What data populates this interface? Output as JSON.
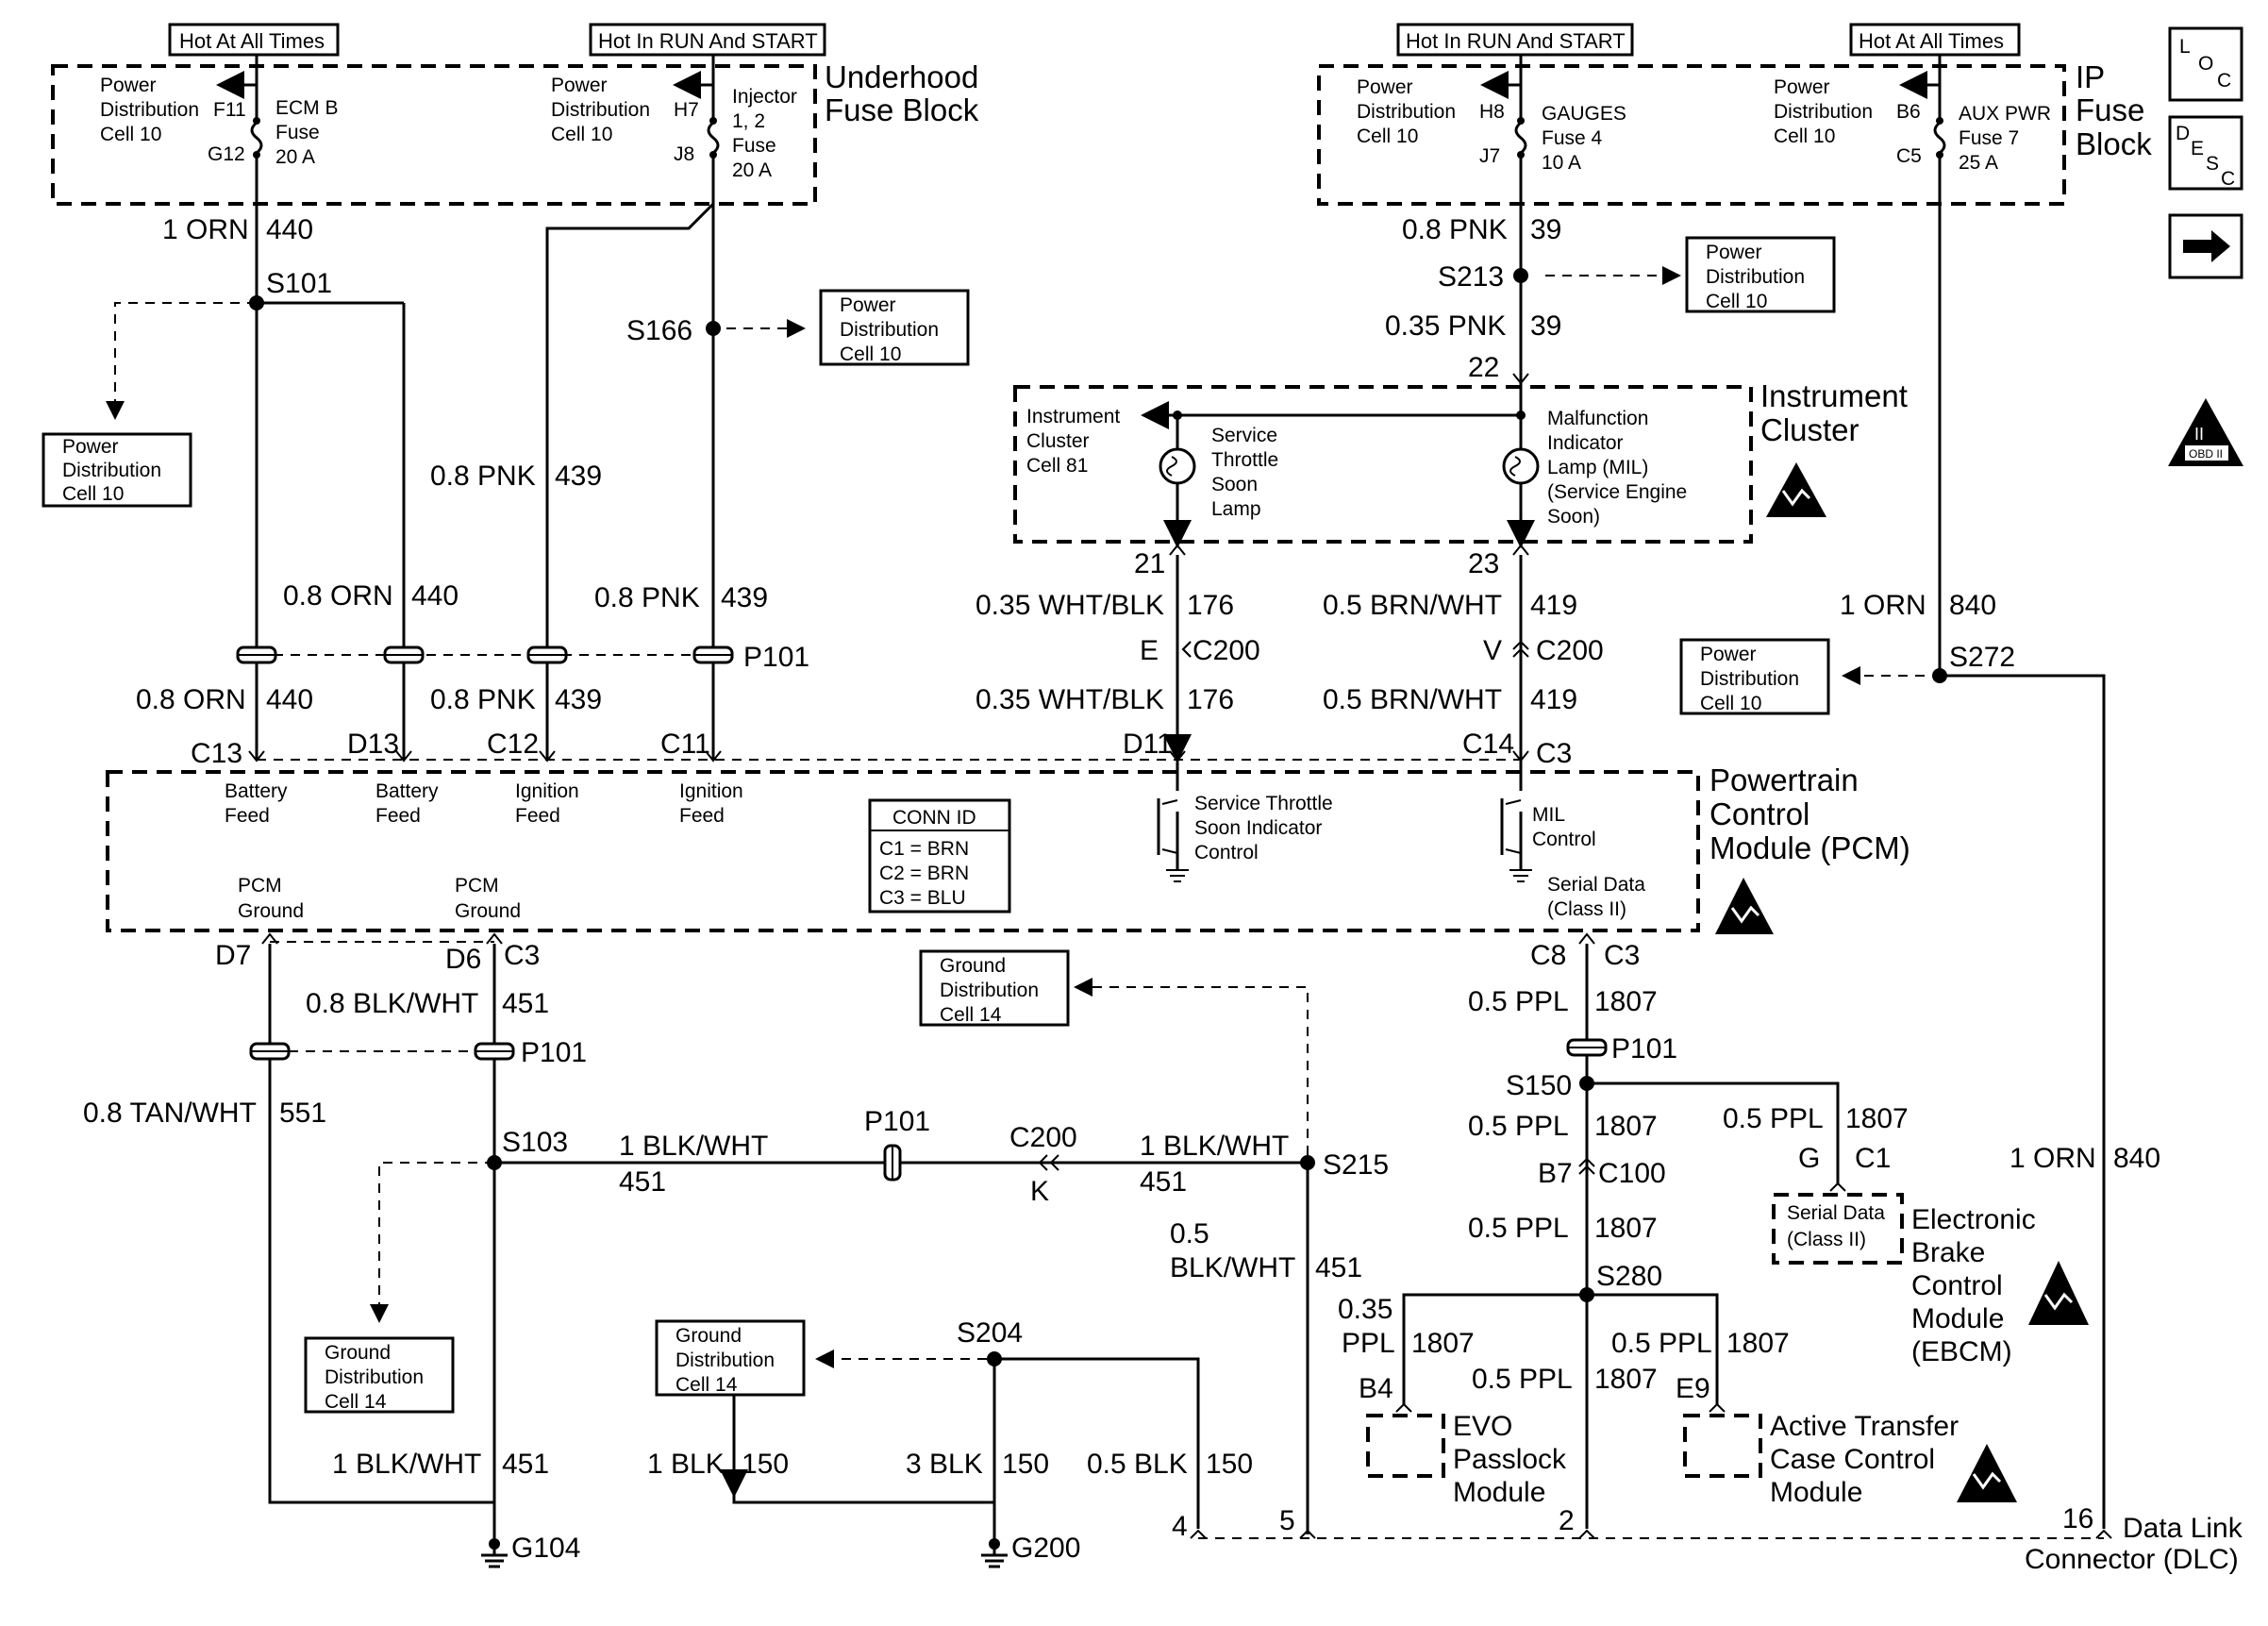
{
  "headers": {
    "h1": "Hot At All Times",
    "h2": "Hot In RUN And START",
    "h3": "Hot In RUN And START",
    "h4": "Hot At All Times"
  },
  "blocks": {
    "underhood": [
      "Underhood",
      "Fuse Block"
    ],
    "ip": [
      "IP",
      "Fuse",
      "Block"
    ],
    "cluster": [
      "Instrument",
      "Cluster"
    ],
    "pcm": [
      "Powertrain",
      "Control",
      "Module (PCM)"
    ],
    "ebcm": [
      "Electronic",
      "Brake",
      "Control",
      "Module",
      "(EBCM)"
    ],
    "evo": [
      "EVO",
      "Passlock",
      "Module"
    ],
    "atc": [
      "Active Transfer",
      "Case Control",
      "Module"
    ],
    "dlc": [
      "Data Link",
      "Connector (DLC)"
    ]
  },
  "fuses": {
    "ecm": {
      "pd": [
        "Power",
        "Distribution",
        "Cell 10"
      ],
      "top": "F11",
      "bot": "G12",
      "name": [
        "ECM B",
        "Fuse",
        "20 A"
      ]
    },
    "inj": {
      "pd": [
        "Power",
        "Distribution",
        "Cell 10"
      ],
      "top": "H7",
      "bot": "J8",
      "name": [
        "Injector",
        "1, 2",
        "Fuse",
        "20 A"
      ]
    },
    "gauges": {
      "pd": [
        "Power",
        "Distribution",
        "Cell 10"
      ],
      "top": "H8",
      "bot": "J7",
      "name": [
        "GAUGES",
        "Fuse 4",
        "10 A"
      ]
    },
    "aux": {
      "pd": [
        "Power",
        "Distribution",
        "Cell 10"
      ],
      "top": "B6",
      "bot": "C5",
      "name": [
        "AUX PWR",
        "Fuse 7",
        "25 A"
      ]
    }
  },
  "refs": {
    "pd_s101": [
      "Power",
      "Distribution",
      "Cell 10"
    ],
    "pd_s166": [
      "Power",
      "Distribution",
      "Cell 10"
    ],
    "pd_s213": [
      "Power",
      "Distribution",
      "Cell 10"
    ],
    "pd_s272": [
      "Power",
      "Distribution",
      "Cell 10"
    ],
    "gd_s215": [
      "Ground",
      "Distribution",
      "Cell 14"
    ],
    "gd_s103": [
      "Ground",
      "Distribution",
      "Cell 14"
    ],
    "gd_s204": [
      "Ground",
      "Distribution",
      "Cell 14"
    ]
  },
  "cluster_inner": {
    "ic": [
      "Instrument",
      "Cluster",
      "Cell 81"
    ],
    "stsl": [
      "Service",
      "Throttle",
      "Soon",
      "Lamp"
    ],
    "mil": [
      "Malfunction",
      "Indicator",
      "Lamp (MIL)",
      "(Service Engine",
      "Soon)"
    ]
  },
  "pcm_inner": {
    "bf1": [
      "Battery",
      "Feed"
    ],
    "bf2": [
      "Battery",
      "Feed"
    ],
    "if1": [
      "Ignition",
      "Feed"
    ],
    "if2": [
      "Ignition",
      "Feed"
    ],
    "g1": [
      "PCM",
      "Ground"
    ],
    "g2": [
      "PCM",
      "Ground"
    ],
    "stsic": [
      "Service Throttle",
      "Soon Indicator",
      "Control"
    ],
    "milc": [
      "MIL",
      "Control"
    ],
    "sd": [
      "Serial Data",
      "(Class II)"
    ],
    "conn_title": "CONN ID",
    "conn": [
      "C1 =  BRN",
      "C2 =  BRN",
      "C3 =  BLU"
    ]
  },
  "ebcm_sd": [
    "Serial Data",
    "(Class II)"
  ],
  "wires": {
    "w440a": "1 ORN",
    "n440a": "440",
    "w440b": "0.8 ORN",
    "n440b": "440",
    "w440c": "0.8 ORN",
    "n440c": "440",
    "w439a": "0.8 PNK",
    "n439a": "439",
    "w439b": "0.8 PNK",
    "n439b": "439",
    "w439c": "0.8 PNK",
    "n439c": "439",
    "w39a": "0.8 PNK",
    "n39a": "39",
    "w39b": "0.35 PNK",
    "n39b": "39",
    "w176a": "0.35 WHT/BLK",
    "n176a": "176",
    "w176b": "0.35 WHT/BLK",
    "n176b": "176",
    "w419a": "0.5 BRN/WHT",
    "n419a": "419",
    "w419b": "0.5 BRN/WHT",
    "n419b": "419",
    "w840a": "1 ORN",
    "n840a": "840",
    "w840b": "1 ORN",
    "n840b": "840",
    "w451a": "0.8 BLK/WHT",
    "n451a": "451",
    "w551": "0.8 TAN/WHT",
    "n551": "551",
    "w451b": "1 BLK/WHT",
    "n451b": "451",
    "w451c": "1 BLK/WHT",
    "n451c": "451",
    "w451d": "1 BLK/WHT",
    "n451d": "451",
    "w451e1": "0.5",
    "w451e2": "BLK/WHT",
    "n451e": "451",
    "w1807a": "0.5 PPL",
    "n1807a": "1807",
    "w1807b": "0.5 PPL",
    "n1807b": "1807",
    "w1807c": "0.5 PPL",
    "n1807c": "1807",
    "w1807d": "0.5 PPL",
    "n1807d": "1807",
    "w1807e1": "0.35",
    "w1807e2": "PPL",
    "n1807e": "1807",
    "w1807f": "0.5 PPL",
    "n1807f": "1807",
    "w1807g": "0.5 PPL",
    "n1807g": "1807",
    "w150a": "1 BLK",
    "n150a": "150",
    "w150b": "3 BLK",
    "n150b": "150",
    "w150c": "0.5 BLK",
    "n150c": "150"
  },
  "splices": {
    "s101": "S101",
    "s166": "S166",
    "s213": "S213",
    "s272": "S272",
    "s103": "S103",
    "s215": "S215",
    "s150": "S150",
    "s280": "S280",
    "s204": "S204"
  },
  "connectors": {
    "p101a": "P101",
    "p101b": "P101",
    "p101c": "P101",
    "p101d": "P101",
    "c200a": "C200",
    "c200b": "C200",
    "c200c": "C200",
    "c100": "C100",
    "pe": "E",
    "pv": "V",
    "pk": "K",
    "pb7": "B7",
    "c13": "C13",
    "d13": "D13",
    "c12": "C12",
    "c11": "C11",
    "d11": "D11",
    "c14": "C14",
    "c3a": "C3",
    "d7": "D7",
    "d6": "D6",
    "c3b": "C3",
    "c8": "C8",
    "c3c": "C3",
    "pg": "G",
    "pc1": "C1",
    "pb4": "B4",
    "pe9": "E9",
    "p21": "21",
    "p22": "22",
    "p23": "23",
    "dlc4": "4",
    "dlc5": "5",
    "dlc2": "2",
    "dlc16": "16"
  },
  "grounds": {
    "g104": "G104",
    "g200": "G200"
  },
  "side_icons": {
    "loc": [
      "L",
      "O",
      "C"
    ],
    "desc": [
      "D",
      "E",
      "S",
      "C"
    ],
    "obd": [
      "II",
      "OBD II"
    ]
  }
}
